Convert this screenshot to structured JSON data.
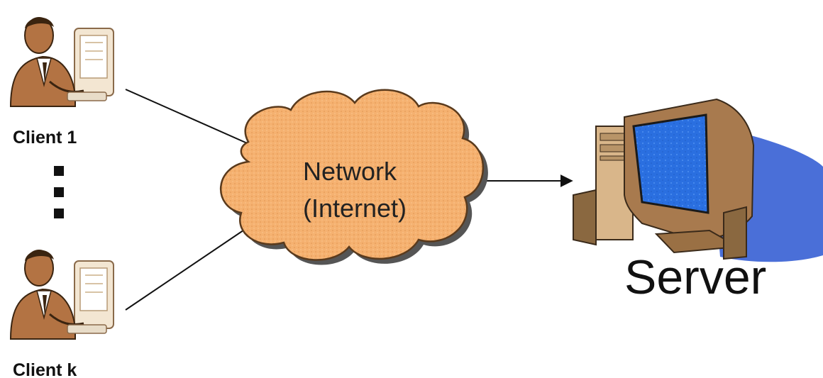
{
  "clients": [
    {
      "label": "Client 1",
      "icon": "person-at-computer-icon"
    },
    {
      "label": "Client k",
      "icon": "person-at-computer-icon"
    }
  ],
  "ellipsis_icon": "vertical-dots-icon",
  "network": {
    "line1": "Network",
    "line2": "(Internet)",
    "icon": "cloud-icon"
  },
  "server": {
    "label": "Server",
    "icon": "desktop-computer-icon"
  },
  "colors": {
    "cloud_fill": "#f5b170",
    "cloud_stroke": "#5a3a1c",
    "monitor_screen": "#2c7be5",
    "monitor_shadow": "#4a6fd8",
    "case_beige": "#d9b68a",
    "arrow": "#111111"
  }
}
